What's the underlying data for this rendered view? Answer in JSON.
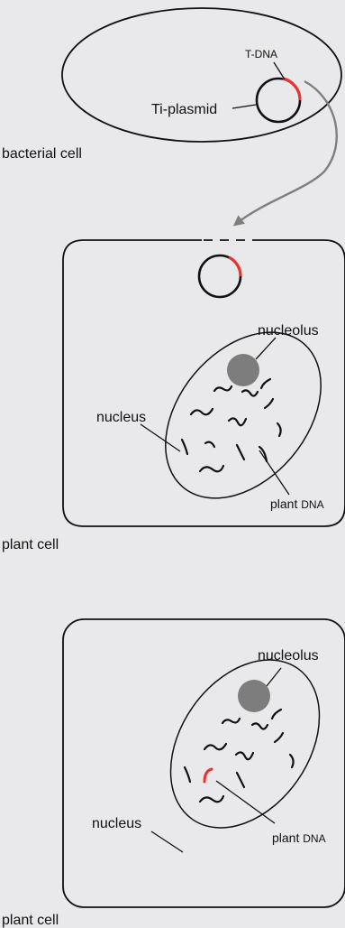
{
  "panel1": {
    "t_dna_label": "T-DNA",
    "ti_plasmid_label": "Ti-plasmid",
    "cell_label": "bacterial cell"
  },
  "panel2": {
    "nucleolus_label": "nucleolus",
    "nucleus_label": "nucleus",
    "plant_dna_label_main": "plant ",
    "plant_dna_label_caps": "DNA",
    "cell_label": "plant cell"
  },
  "panel3": {
    "nucleolus_label": "nucleolus",
    "nucleus_label": "nucleus",
    "plant_dna_label_main": "plant ",
    "plant_dna_label_caps": "DNA",
    "cell_label": "plant cell"
  },
  "colors": {
    "background": "#e9e9eb",
    "line": "#111111",
    "t_dna": "#e8332f",
    "arrow": "#7f7f7f",
    "nucleolus": "#7d7d7d"
  }
}
